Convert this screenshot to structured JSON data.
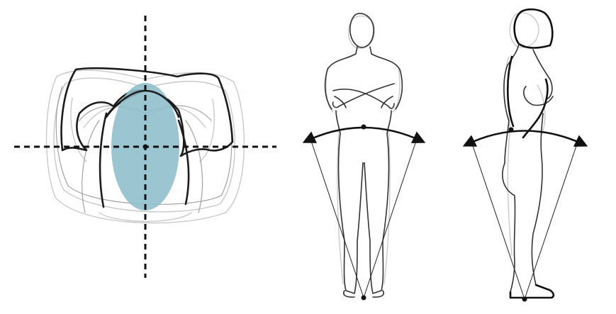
{
  "figure": {
    "panels": [
      {
        "id": "sway-area-topview",
        "icon": "sway-ellipse-diagram"
      },
      {
        "id": "lateral-sway-frontview",
        "icon": "standing-person-front"
      },
      {
        "id": "anteroposterior-sway-sideview",
        "icon": "standing-person-side"
      }
    ],
    "colors": {
      "ellipse_fill": "#8fbfcc",
      "outline_dark": "#1c1c1c",
      "outline_light": "#c9c9c9",
      "axis": "#111111"
    }
  }
}
